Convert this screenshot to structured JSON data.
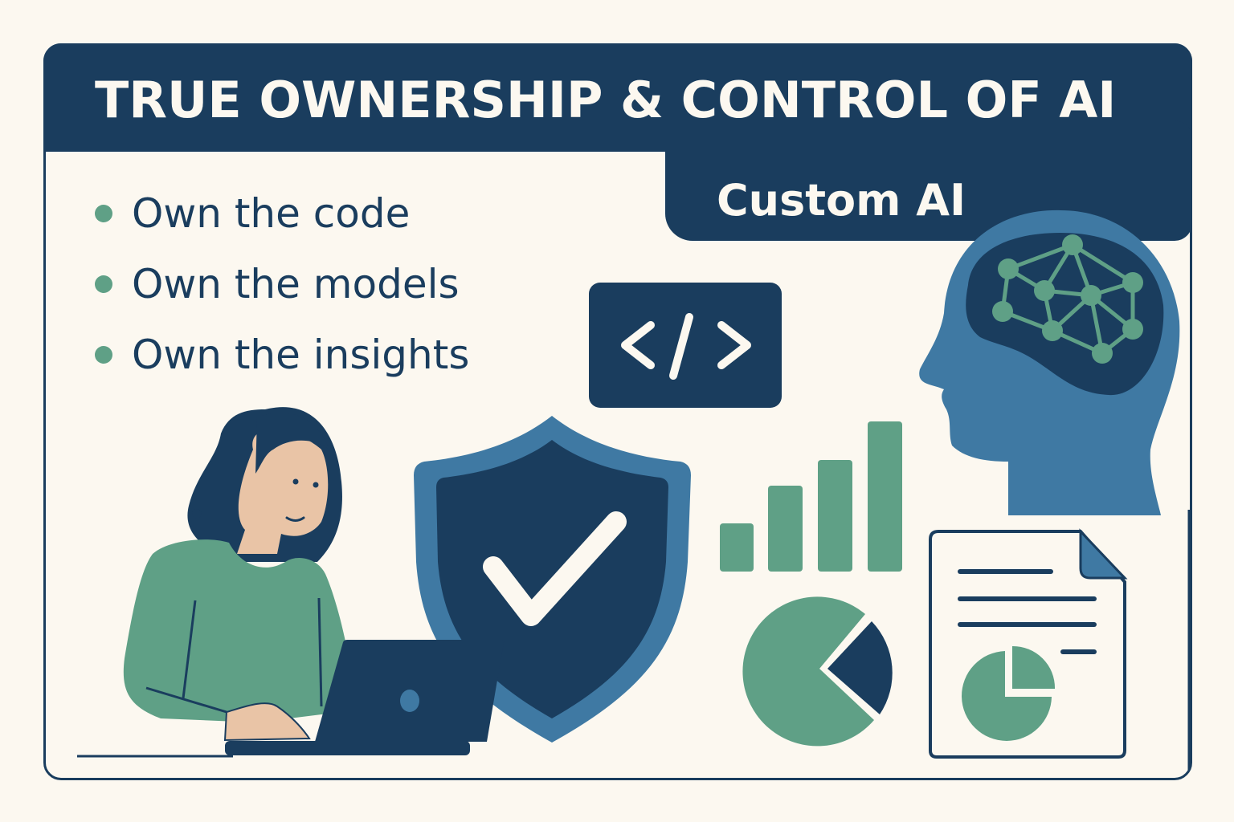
{
  "header": {
    "title": "TRUE OWNERSHIP & CONTROL OF AI",
    "tab_label": "Custom AI"
  },
  "bullets": [
    {
      "label": "Own the code"
    },
    {
      "label": "Own the models"
    },
    {
      "label": "Own the insights"
    }
  ],
  "icons": {
    "code": "code-brackets-icon",
    "shield": "shield-check-icon",
    "head": "ai-brain-head-icon",
    "bar_chart": "bar-chart-icon",
    "pie_chart": "pie-chart-icon",
    "document": "report-document-icon",
    "person": "woman-at-laptop-illustration"
  },
  "colors": {
    "navy": "#1a3d5e",
    "blue": "#3f79a3",
    "green": "#5fa086",
    "cream": "#fcf8f0",
    "skin": "#e9c4a6"
  }
}
